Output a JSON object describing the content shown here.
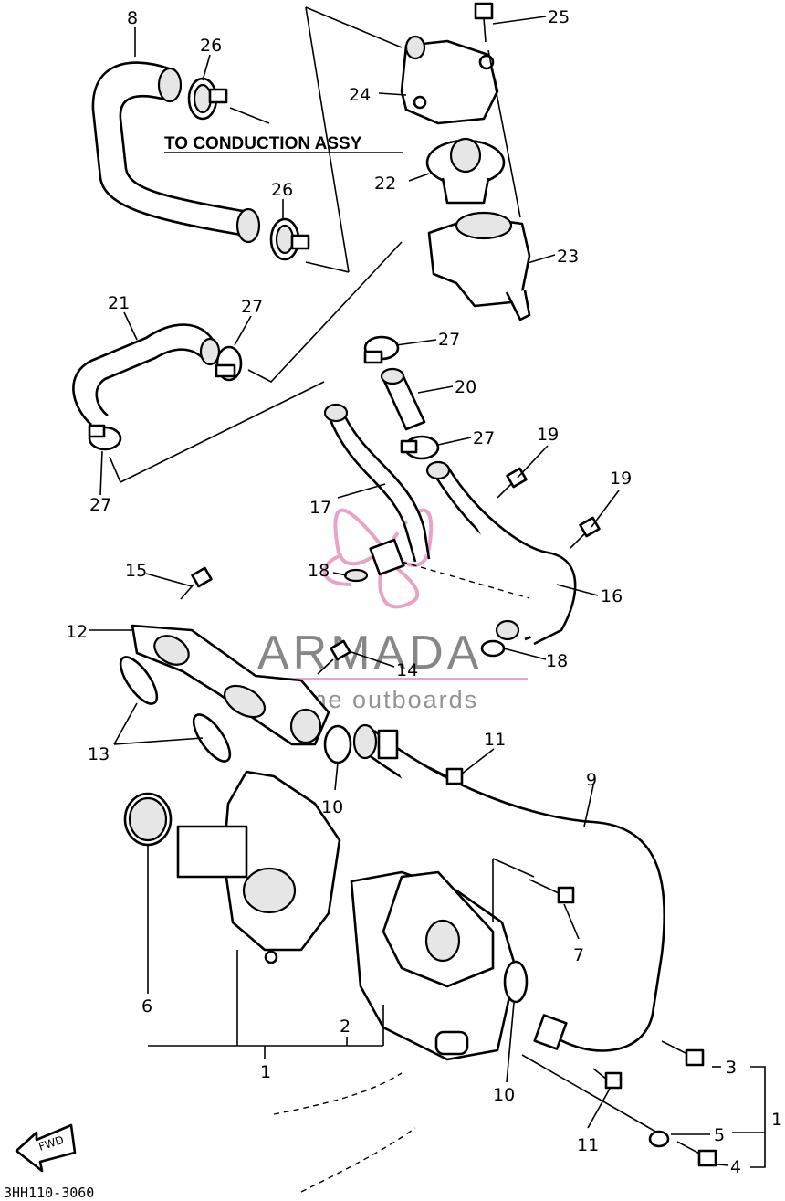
{
  "note": "TO CONDUCTION ASSY",
  "drawing_code": "3HH110-3060",
  "fwd_label": "FWD",
  "watermark": {
    "brand": "ARMADA",
    "tagline": "marine outboards",
    "accent": "#e9a3c6"
  },
  "parts": [
    {
      "id": "c1",
      "text": "1"
    },
    {
      "id": "c1b",
      "text": "1"
    },
    {
      "id": "c2",
      "text": "2"
    },
    {
      "id": "c3",
      "text": "3"
    },
    {
      "id": "c4",
      "text": "4"
    },
    {
      "id": "c5",
      "text": "5"
    },
    {
      "id": "c6",
      "text": "6"
    },
    {
      "id": "c7",
      "text": "7"
    },
    {
      "id": "c8",
      "text": "8"
    },
    {
      "id": "c9",
      "text": "9"
    },
    {
      "id": "c10a",
      "text": "10"
    },
    {
      "id": "c10b",
      "text": "10"
    },
    {
      "id": "c11a",
      "text": "11"
    },
    {
      "id": "c11b",
      "text": "11"
    },
    {
      "id": "c12",
      "text": "12"
    },
    {
      "id": "c13",
      "text": "13"
    },
    {
      "id": "c14",
      "text": "14"
    },
    {
      "id": "c15",
      "text": "15"
    },
    {
      "id": "c16",
      "text": "16"
    },
    {
      "id": "c17",
      "text": "17"
    },
    {
      "id": "c18a",
      "text": "18"
    },
    {
      "id": "c18b",
      "text": "18"
    },
    {
      "id": "c19a",
      "text": "19"
    },
    {
      "id": "c19b",
      "text": "19"
    },
    {
      "id": "c20",
      "text": "20"
    },
    {
      "id": "c21",
      "text": "21"
    },
    {
      "id": "c22",
      "text": "22"
    },
    {
      "id": "c23",
      "text": "23"
    },
    {
      "id": "c24",
      "text": "24"
    },
    {
      "id": "c25",
      "text": "25"
    },
    {
      "id": "c26a",
      "text": "26"
    },
    {
      "id": "c26b",
      "text": "26"
    },
    {
      "id": "c27a",
      "text": "27"
    },
    {
      "id": "c27b",
      "text": "27"
    },
    {
      "id": "c27c",
      "text": "27"
    },
    {
      "id": "c27d",
      "text": "27"
    }
  ]
}
